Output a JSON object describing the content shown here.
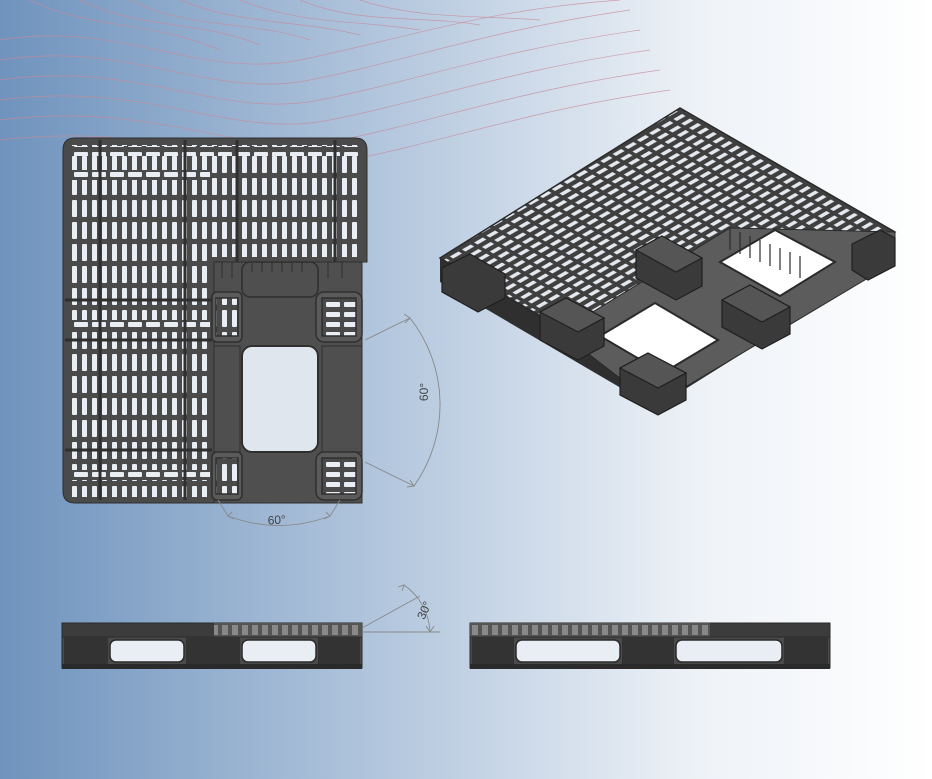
{
  "colors": {
    "background_left": "#6f93bd",
    "background_right": "#ffffff",
    "pallet_body": "#4a4a4a",
    "pallet_dark": "#2f2f2f",
    "pallet_light": "#6a6a6a",
    "slot_fill": "#e9eef4",
    "dimension_line": "#888888",
    "decorative_curves": "#c88a9a"
  },
  "views": [
    {
      "name": "top-view"
    },
    {
      "name": "isometric-view"
    },
    {
      "name": "side-view-long"
    },
    {
      "name": "side-view-short"
    }
  ],
  "dimensions": {
    "top_view_side_angle": "60°",
    "top_view_bottom_angle": "60°",
    "side_view_angle": "30°"
  }
}
